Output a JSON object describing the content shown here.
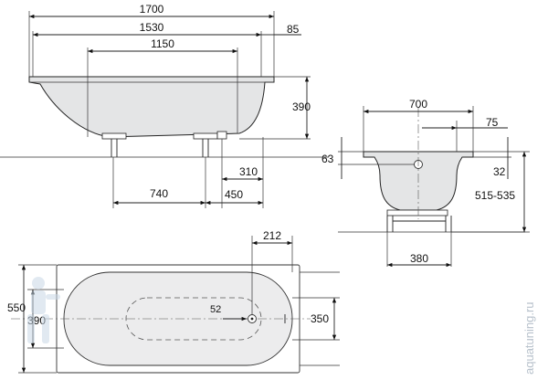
{
  "dimensions": {
    "side_total_length": "1700",
    "side_inner_length": "1530",
    "side_bottom_length": "1150",
    "side_rim_width": "85",
    "side_depth": "390",
    "side_drain_offset": "310",
    "side_leg_span": "740",
    "side_leg_offset": "450",
    "front_top_width": "700",
    "front_rim_offset": "75",
    "front_rim_height": "63",
    "front_rim_thickness": "32",
    "front_overall_height": "515-535",
    "front_leg_span": "380",
    "plan_drain_offset": "212",
    "plan_outer_width": "550",
    "plan_inner_width": "390",
    "plan_drain_diameter": "52",
    "plan_bottom_width": "350"
  },
  "watermark": {
    "text": "aquatuning.ru"
  },
  "colors": {
    "line": "#222222",
    "tub_fill": "#e4e5e6",
    "background": "#ffffff",
    "watermark": "#b8c2cc"
  }
}
